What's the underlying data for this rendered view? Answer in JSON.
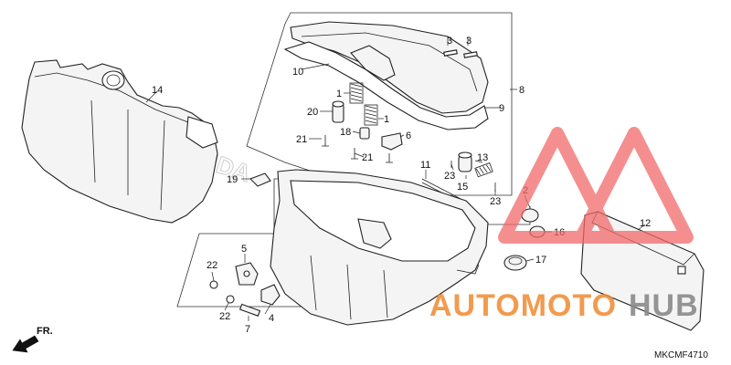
{
  "diagram": {
    "code": "MKCMF4710",
    "front_label": "FR.",
    "honda_watermark": "HONDA",
    "callouts": [
      {
        "id": "c1a",
        "text": "1"
      },
      {
        "id": "c1b",
        "text": "1"
      },
      {
        "id": "c2",
        "text": "2"
      },
      {
        "id": "c3a",
        "text": "3"
      },
      {
        "id": "c3b",
        "text": "3"
      },
      {
        "id": "c4",
        "text": "4"
      },
      {
        "id": "c5",
        "text": "5"
      },
      {
        "id": "c6",
        "text": "6"
      },
      {
        "id": "c7",
        "text": "7"
      },
      {
        "id": "c8",
        "text": "8"
      },
      {
        "id": "c9",
        "text": "9"
      },
      {
        "id": "c10",
        "text": "10"
      },
      {
        "id": "c11",
        "text": "11"
      },
      {
        "id": "c12",
        "text": "12"
      },
      {
        "id": "c13",
        "text": "13"
      },
      {
        "id": "c14",
        "text": "14"
      },
      {
        "id": "c15",
        "text": "15"
      },
      {
        "id": "c16",
        "text": "16"
      },
      {
        "id": "c17",
        "text": "17"
      },
      {
        "id": "c18",
        "text": "18"
      },
      {
        "id": "c19",
        "text": "19"
      },
      {
        "id": "c20",
        "text": "20"
      },
      {
        "id": "c21a",
        "text": "21"
      },
      {
        "id": "c21b",
        "text": "21"
      },
      {
        "id": "c22a",
        "text": "22"
      },
      {
        "id": "c22b",
        "text": "22"
      },
      {
        "id": "c23a",
        "text": "23"
      },
      {
        "id": "c23b",
        "text": "23"
      }
    ]
  },
  "watermark": {
    "text_part1": "AUTOMOTO",
    "text_part2": "HUB",
    "color_primary": "#f08a2e",
    "color_secondary": "#8a8a8a",
    "triangle_color": "#f26a6a"
  }
}
